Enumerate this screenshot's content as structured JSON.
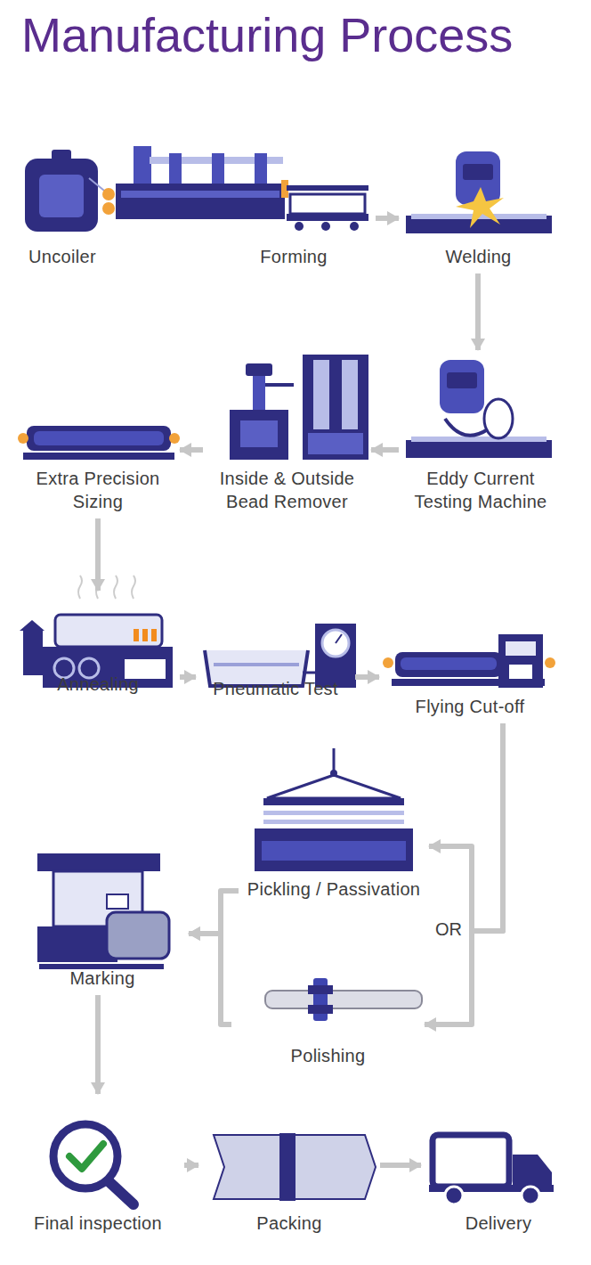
{
  "diagram": {
    "title": "Manufacturing Process",
    "nodes": [
      {
        "text": [
          "Uncoiler"
        ]
      },
      {
        "text": [
          "Forming"
        ]
      },
      {
        "text": [
          "Welding"
        ]
      },
      {
        "text": [
          "Eddy Current Testing Machine"
        ]
      },
      {
        "text": [
          "Inside & Outside Bead Remover"
        ]
      },
      {
        "text": [
          "Extra Precision Sizing"
        ]
      },
      {
        "text": [
          "Annealing"
        ]
      },
      {
        "text": [
          "Pneumatic Test"
        ]
      },
      {
        "text": [
          "Flying Cut-off"
        ]
      },
      {
        "text": [
          "Pickling / Passivation"
        ]
      },
      {
        "text": [
          "Marking"
        ]
      },
      {
        "text": [
          "Polishing"
        ]
      },
      {
        "text": [
          "Final inspection"
        ]
      },
      {
        "text": [
          "Packing"
        ]
      },
      {
        "text": [
          "Delivery"
        ]
      }
    ],
    "edges": [
      {
        "from": 1,
        "to": 2,
        "arrow": "to"
      },
      {
        "from": 2,
        "to": 3,
        "arrow": "to"
      },
      {
        "from": 3,
        "to": 4,
        "arrow": "to"
      },
      {
        "from": 4,
        "to": 5,
        "arrow": "to"
      },
      {
        "from": 5,
        "to": 6,
        "arrow": "to"
      },
      {
        "from": 6,
        "to": 7,
        "arrow": "to"
      },
      {
        "from": 7,
        "to": 8,
        "arrow": "to"
      },
      {
        "from": 8,
        "to": 9,
        "arrow": "to"
      },
      {
        "from": 8,
        "to": 11,
        "arrow": "to"
      },
      {
        "from": 9,
        "to": 10,
        "arrow": "to"
      },
      {
        "from": 11,
        "to": 10,
        "arrow": "to"
      },
      {
        "from": 10,
        "to": 12,
        "arrow": "to"
      },
      {
        "from": 12,
        "to": 13,
        "arrow": "to"
      },
      {
        "from": 13,
        "to": 14,
        "arrow": "to"
      }
    ],
    "labels": [
      "OR"
    ]
  }
}
